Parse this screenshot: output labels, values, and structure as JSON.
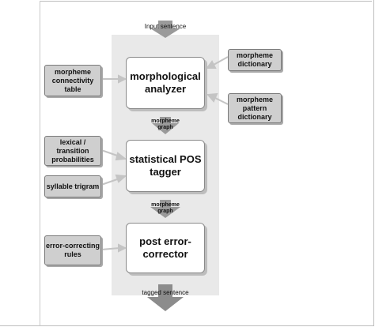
{
  "input_label": "Input sentence",
  "output_label": "tagged sentence",
  "stages": {
    "analyzer": "morphological analyzer",
    "tagger": "statistical POS tagger",
    "corrector": "post error-corrector"
  },
  "edge_labels": {
    "graph1": "morpheme graph",
    "graph2": "morpheme graph"
  },
  "resources": {
    "connectivity": "morpheme connectivity table",
    "dictionary": "morpheme dictionary",
    "pattern_dictionary": "morpheme pattern dictionary",
    "lexical": "lexical / transition probabilities",
    "trigram": "syllable trigram",
    "error_rules": "error-correcting rules"
  },
  "colors": {
    "column": "#e9e9e9",
    "resource_fill": "#cfcfcf",
    "arrow": "#8c8c8c"
  }
}
